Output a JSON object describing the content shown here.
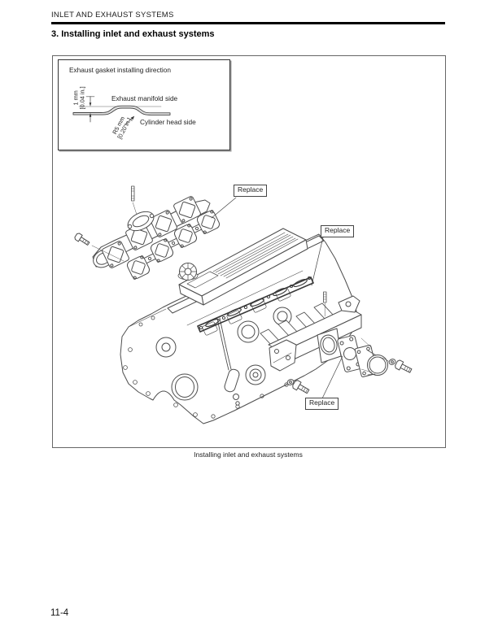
{
  "page": {
    "header": "INLET AND EXHAUST SYSTEMS",
    "section_title": "3. Installing inlet and exhaust systems",
    "page_number": "11-4"
  },
  "figure": {
    "caption": "Installing inlet and exhaust systems",
    "inset": {
      "title": "Exhaust gasket installing direction",
      "dim_height_mm": "1 mm",
      "dim_height_in": "[0.04 in.]",
      "label_manifold_side": "Exhaust manifold side",
      "label_cylinder_side": "Cylinder head side",
      "dim_radius_mm": "R5 mm",
      "dim_radius_in": "[0.20 in.]"
    },
    "callouts": [
      {
        "label": "Replace"
      },
      {
        "label": "Replace"
      },
      {
        "label": "Replace"
      }
    ],
    "colors": {
      "line_art": "#4d4d4d",
      "header_rule": "#000000"
    }
  }
}
